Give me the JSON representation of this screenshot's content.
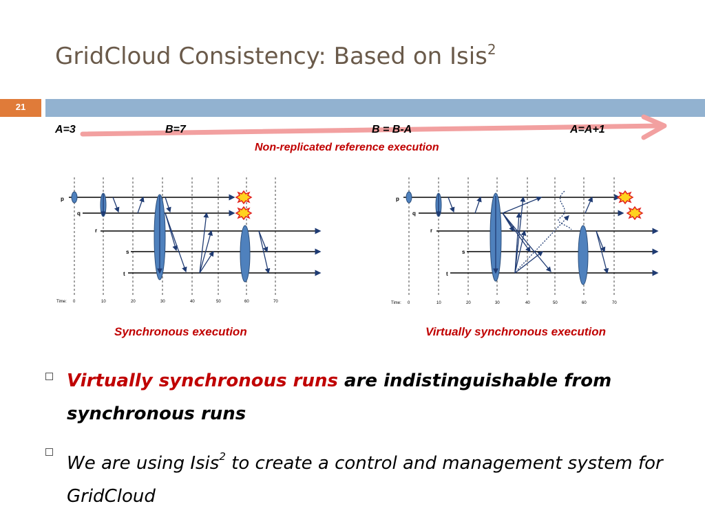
{
  "slide": {
    "title": "GridCloud Consistency: Based on Isis",
    "title_sup": "2",
    "number": "21"
  },
  "timeline": {
    "labels": [
      "A=3",
      "B=7",
      "B = B-A",
      "A=A+1"
    ],
    "caption": "Non-replicated reference execution"
  },
  "diagrams": {
    "process_labels": [
      "p",
      "q",
      "r",
      "s",
      "t"
    ],
    "time_label": "Time:",
    "time_ticks": [
      "0",
      "10",
      "20",
      "30",
      "40",
      "50",
      "60",
      "70"
    ],
    "left_caption": "Synchronous execution",
    "right_caption": "Virtually synchronous execution"
  },
  "bullets": {
    "b1_highlight": "Virtually synchronous runs",
    "b1_rest": " are indistinguishable from synchronous runs",
    "b2_pre": "We are using Isis",
    "b2_sup": "2",
    "b2_post": " to create a control and management system for GridCloud"
  },
  "colors": {
    "accent_red": "#c00000",
    "title_brown": "#6a5a4a",
    "bar_blue": "#92b2d0",
    "slide_num_orange": "#e07b39",
    "ellipse_blue": "#4f81bd",
    "arrow_navy": "#1f3b73"
  }
}
